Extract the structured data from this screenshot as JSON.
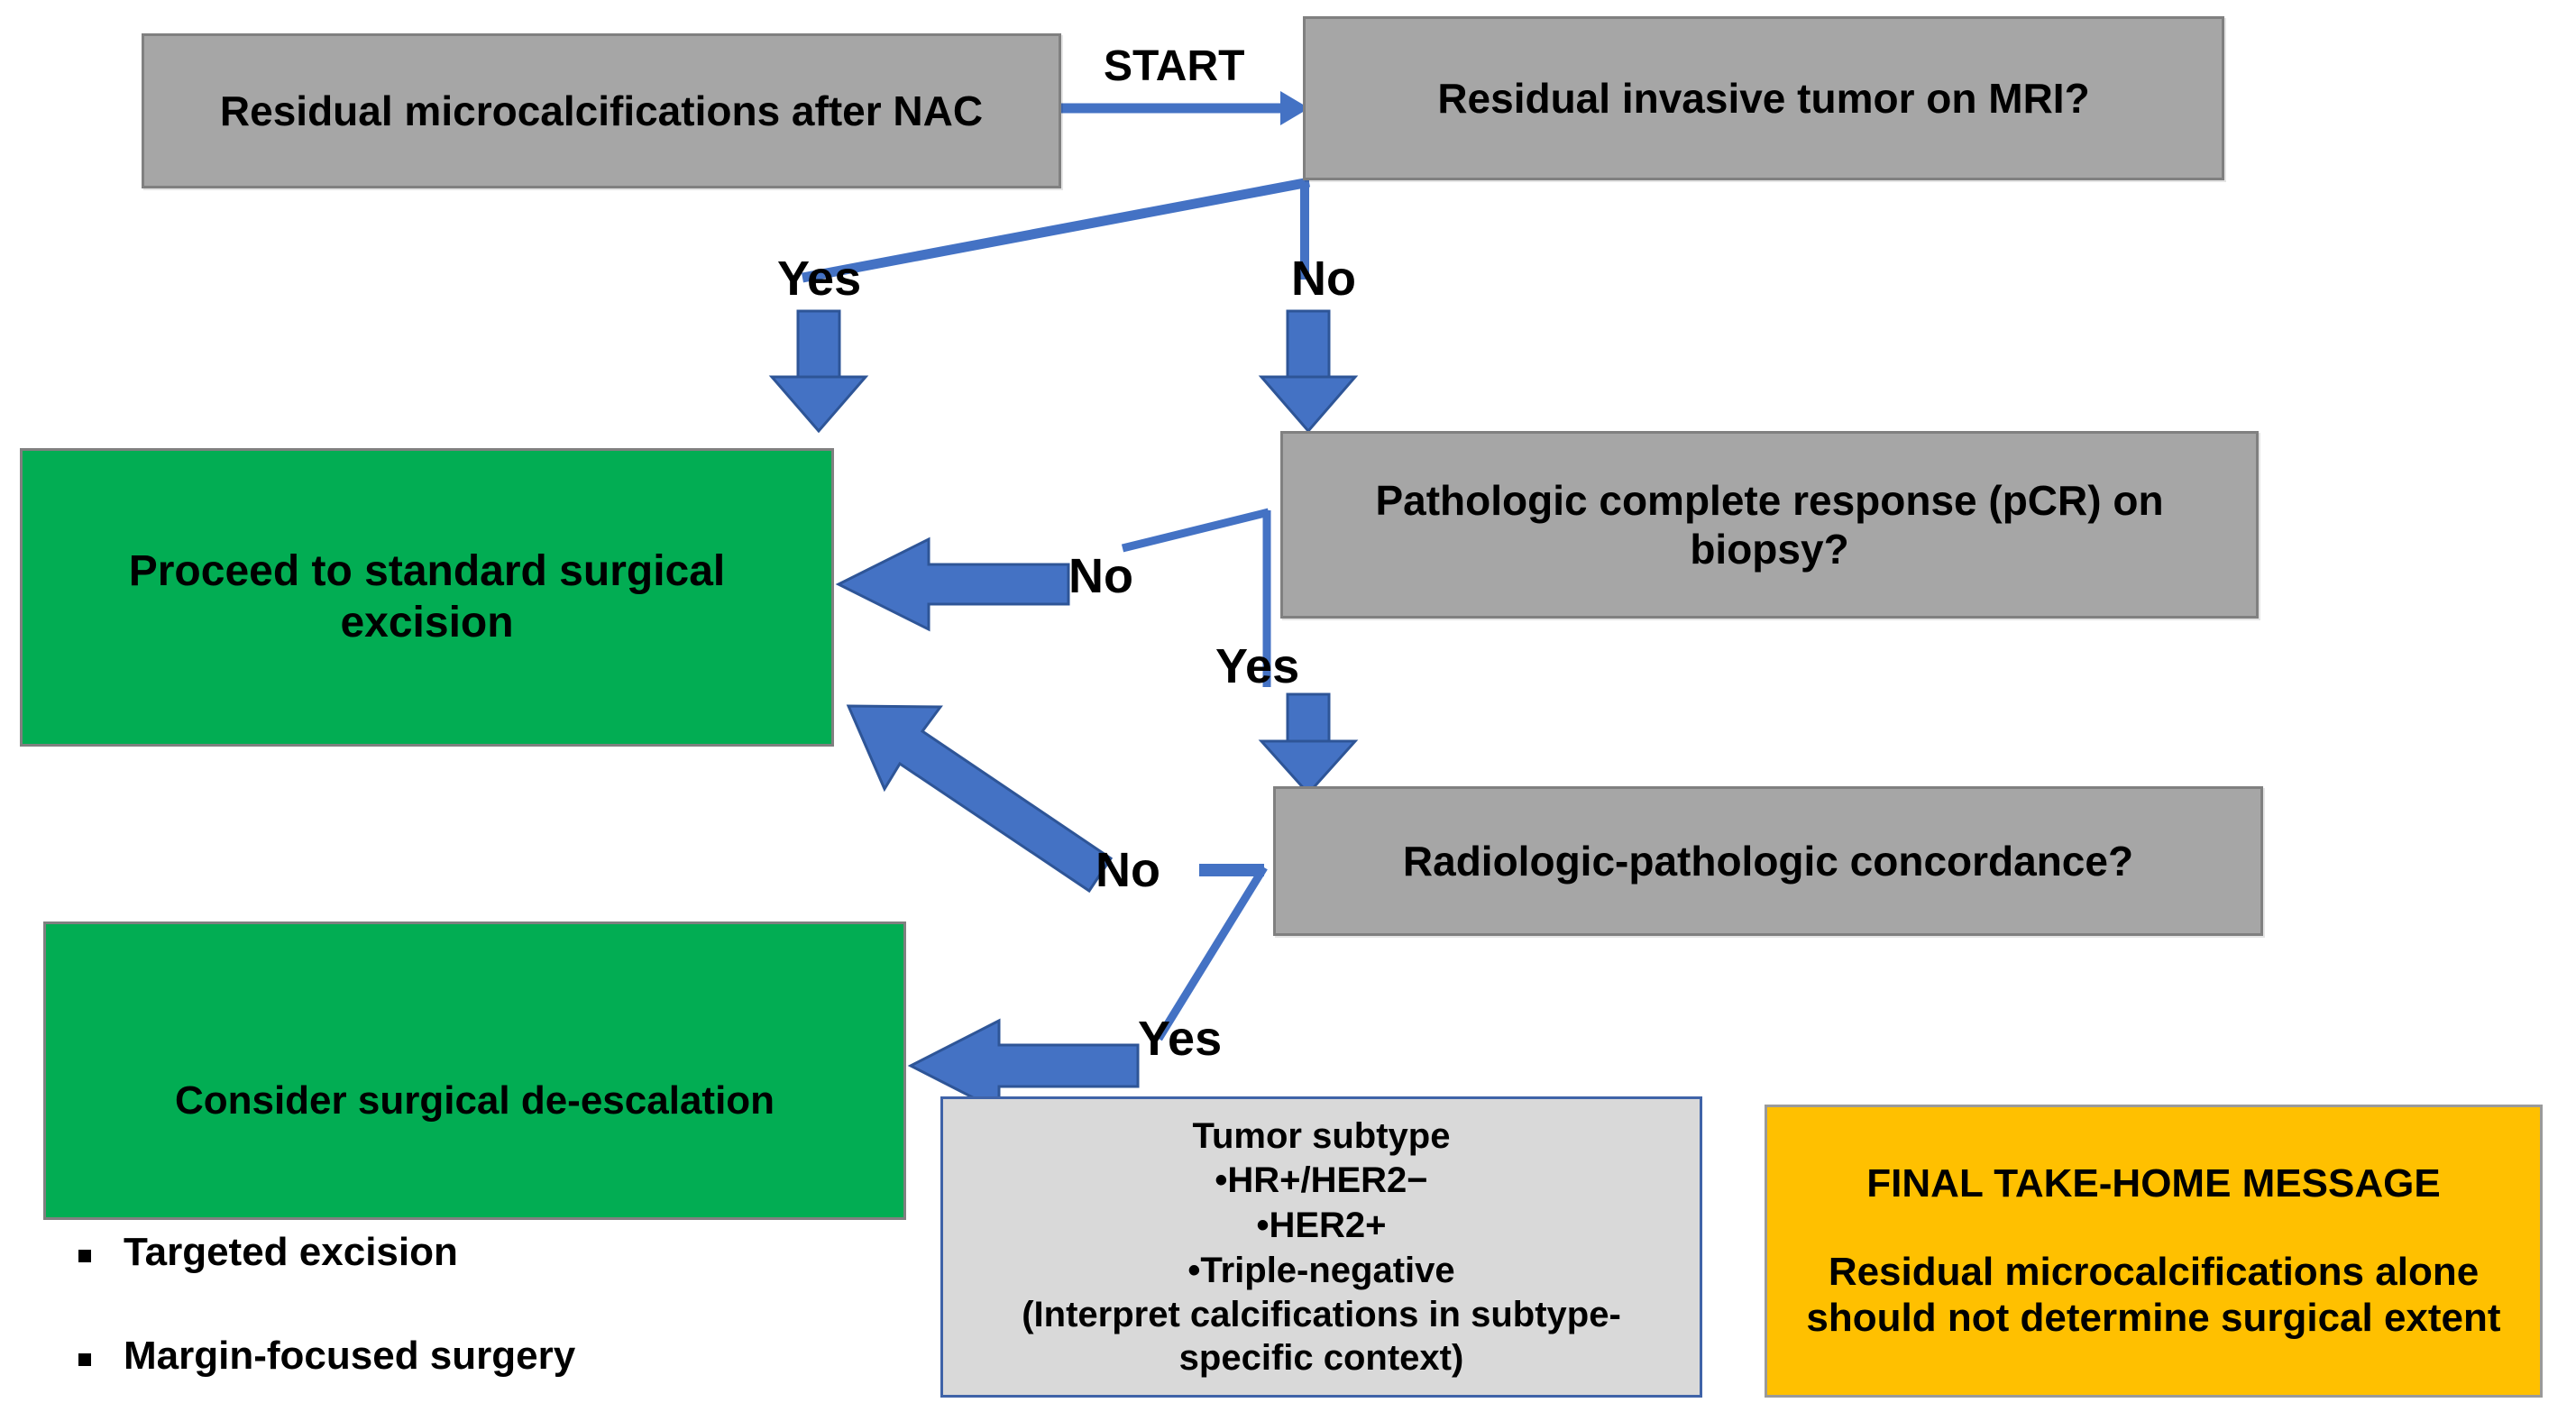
{
  "diagram": {
    "title_implicit": "Residual microcalcifications after NAC decision flowchart",
    "colors": {
      "gray_fill": "#a6a6a6",
      "gray_border": "#808080",
      "green_fill": "#02ad53",
      "yellow_fill": "#ffc000",
      "lightgray_fill": "#d9d9d9",
      "blue_arrow": "#4472c4",
      "blue_arrow_border": "#2e5597",
      "blue_line": "#4472c4",
      "text": "#000000",
      "background": "#ffffff"
    }
  },
  "nodes": {
    "start_box": {
      "text": "Residual microcalcifications after NAC"
    },
    "mri_question": {
      "text": "Residual invasive tumor on MRI?"
    },
    "pcr_question": {
      "text": "Pathologic complete response (pCR) on biopsy?"
    },
    "concordance_question": {
      "text": "Radiologic-pathologic concordance?"
    },
    "standard_excision": {
      "text": "Proceed to standard surgical excision"
    },
    "de_escalation": {
      "title": "Consider surgical de-escalation",
      "bullets": [
        "Targeted excision",
        "Margin-focused surgery"
      ]
    },
    "tumor_subtype": {
      "line1": "Tumor subtype",
      "line2": "•HR+/HER2−",
      "line3": "•HER2+",
      "line4": "•Triple-negative",
      "line5": "(Interpret calcifications in subtype-specific context)"
    },
    "take_home": {
      "heading": "FINAL TAKE-HOME MESSAGE",
      "body": "Residual microcalcifications alone should not determine surgical extent"
    }
  },
  "edge_labels": {
    "start": "START",
    "mri_yes": "Yes",
    "mri_no": "No",
    "pcr_no": "No",
    "pcr_yes": "Yes",
    "concordance_no": "No",
    "concordance_yes": "Yes"
  }
}
